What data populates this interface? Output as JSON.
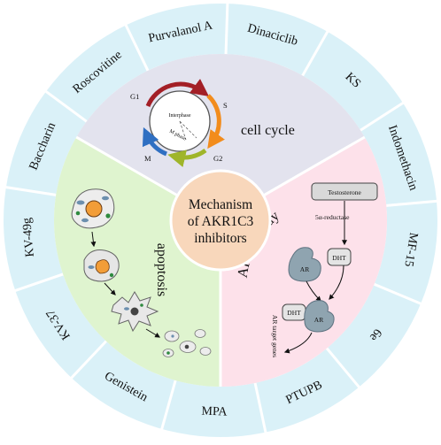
{
  "center": {
    "lines": [
      "Mechanism",
      "of AKR1C3",
      "inhibitors"
    ]
  },
  "inhibitors": [
    "Purvalanol A",
    "Dinaciclib",
    "KS",
    "Indomethacin",
    "MF-15",
    "6e",
    "PTUPB",
    "MPA",
    "Genistein",
    "KV-37",
    "KV-49g",
    "Baccharin",
    "Roscovitine"
  ],
  "sections": {
    "cell_cycle": {
      "title": "cell cycle",
      "phases": {
        "g1": "G1",
        "s": "S",
        "g2": "G2",
        "m": "M"
      },
      "interphase": "Interphase",
      "m_phase": "M phase"
    },
    "apoptosis": {
      "title": "apoptosis"
    },
    "ar_pathway": {
      "title": "AR pathway",
      "testosterone": "Testosterone",
      "enzyme": "5α-reductase",
      "dht": "DHT",
      "ar": "AR",
      "target": "AR target genes"
    }
  },
  "colors": {
    "outer_ring": "#daf1f8",
    "ring_lines": "#ffffff",
    "cell_cycle_bg": "#e3e3ee",
    "apoptosis_bg": "#dff4cf",
    "ar_bg": "#fde1ea",
    "center_circle": "#f8d7bb",
    "g1_arrow": "#a31f26",
    "s_arrow": "#f28c1c",
    "g2_arrow": "#9fb52a",
    "m_arrow": "#2f6fc2",
    "ar_shape": "#8fa4b0"
  }
}
